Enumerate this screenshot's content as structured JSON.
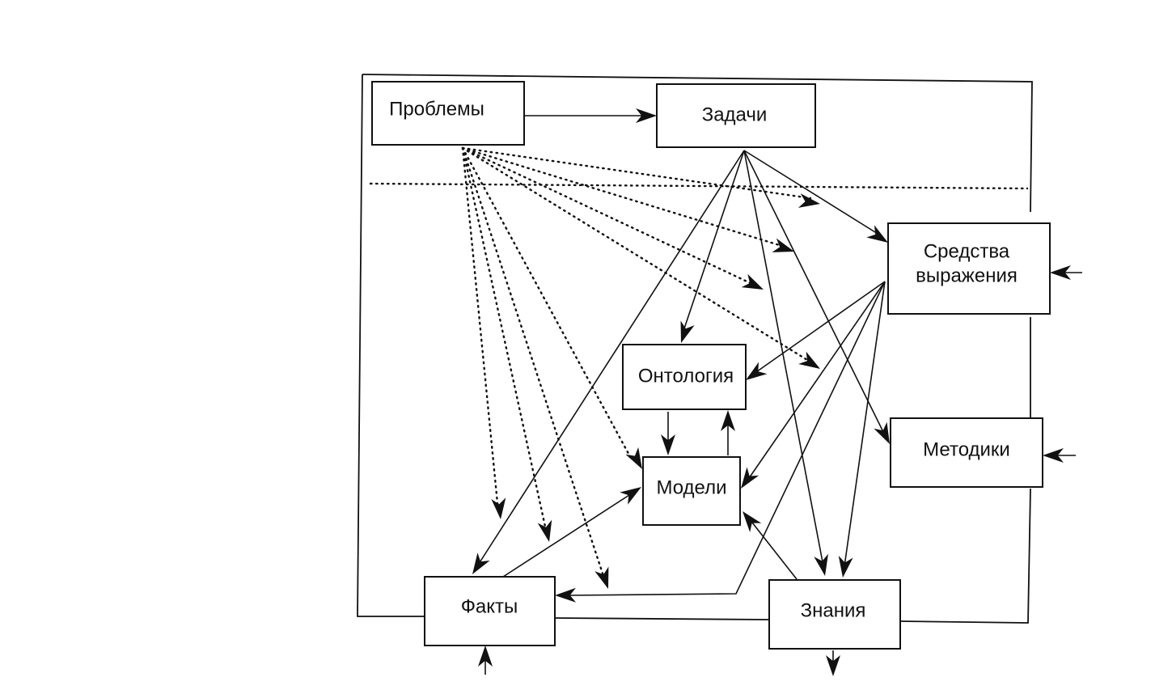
{
  "nodes": {
    "problemy": "Проблемы",
    "zadachi": "Задачи",
    "sredstva_line1": "Средства",
    "sredstva_line2": "выражения",
    "ontologiya": "Онтология",
    "metodiki": "Методики",
    "modeli": "Модели",
    "fakty": "Факты",
    "znaniya": "Знания"
  },
  "colors": {
    "stroke": "#111111",
    "background": "#ffffff"
  }
}
